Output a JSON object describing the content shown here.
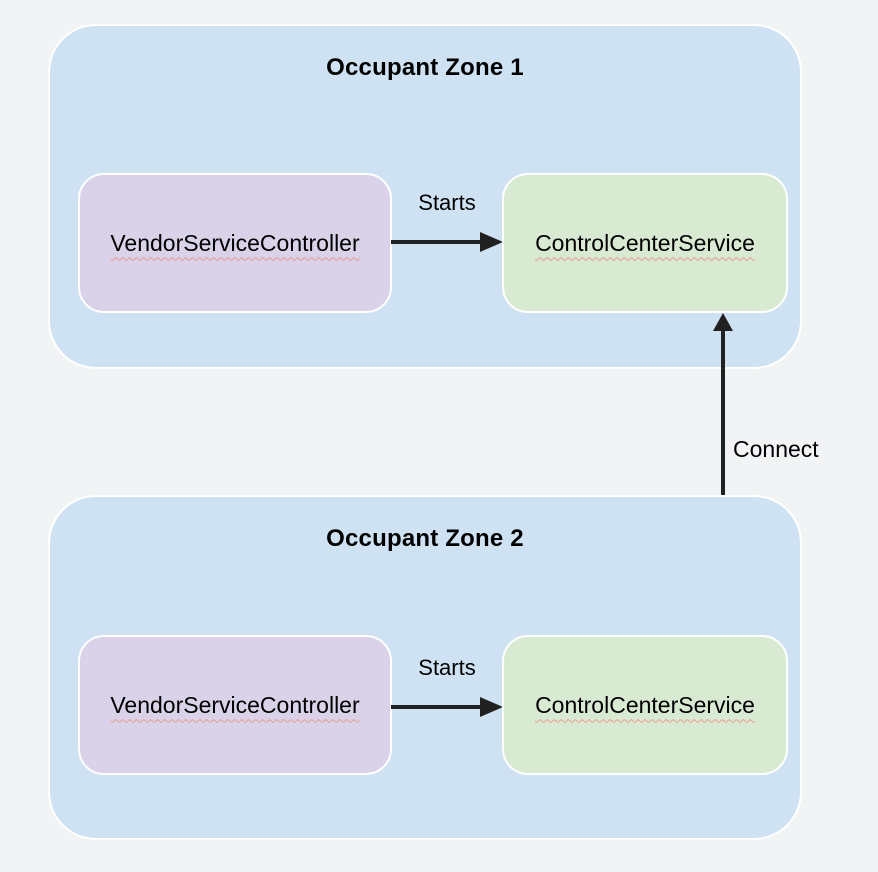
{
  "colors": {
    "background": "#f1f3f4",
    "zone-fill": "#cfe2f3",
    "vendor-fill": "#d9d2e9",
    "control-fill": "#d9ead3",
    "arrow": "#212121",
    "squiggle": "#e8998d",
    "text": "#000000"
  },
  "zones": [
    {
      "title": "Occupant Zone 1",
      "vendor": "VendorServiceController",
      "starts": "Starts",
      "control": "ControlCenterService"
    },
    {
      "title": "Occupant Zone 2",
      "vendor": "VendorServiceController",
      "starts": "Starts",
      "control": "ControlCenterService"
    }
  ],
  "connect_label": "Connect"
}
